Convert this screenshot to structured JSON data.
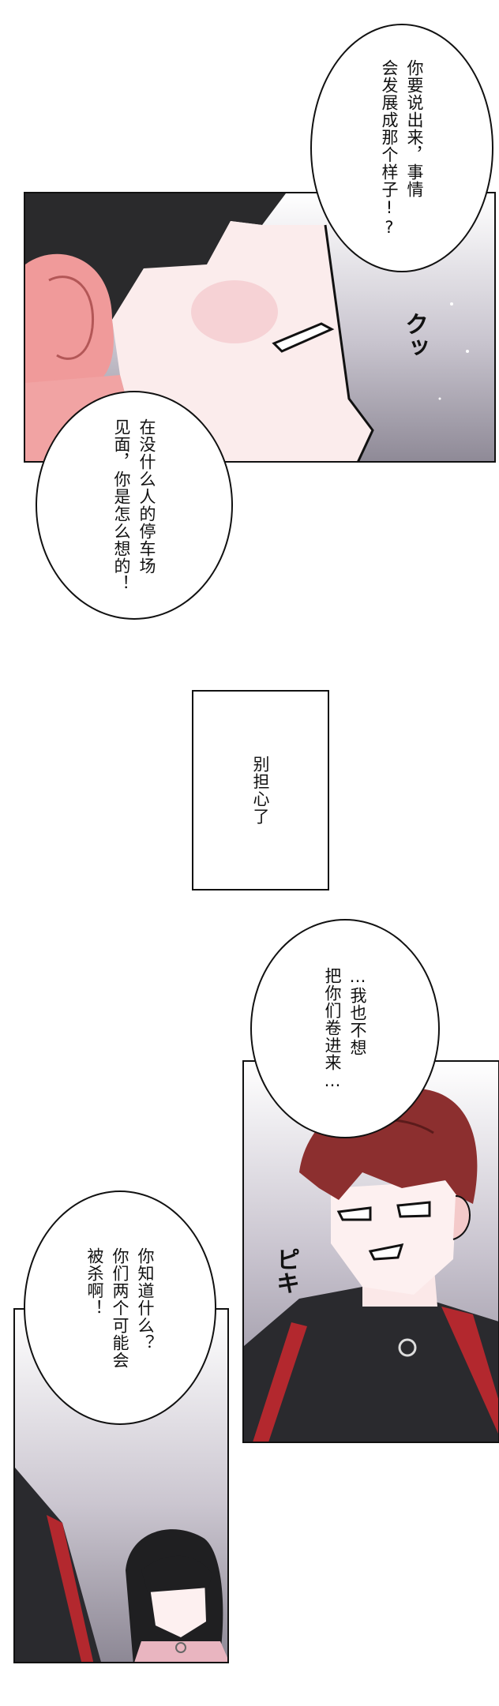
{
  "bubbles": {
    "b1": "你要说出来，事情\n会发展成那个样子!?",
    "b2": "在没什么人的停车场\n见面，你是怎么想的！",
    "caption": "别担心了",
    "b3": "…我也不想\n把你们卷进来…",
    "b4": "你知道什么？\n你们两个可能会\n被杀啊！"
  },
  "sfx": {
    "panel1": "クッ",
    "panel2": "ピキ"
  }
}
